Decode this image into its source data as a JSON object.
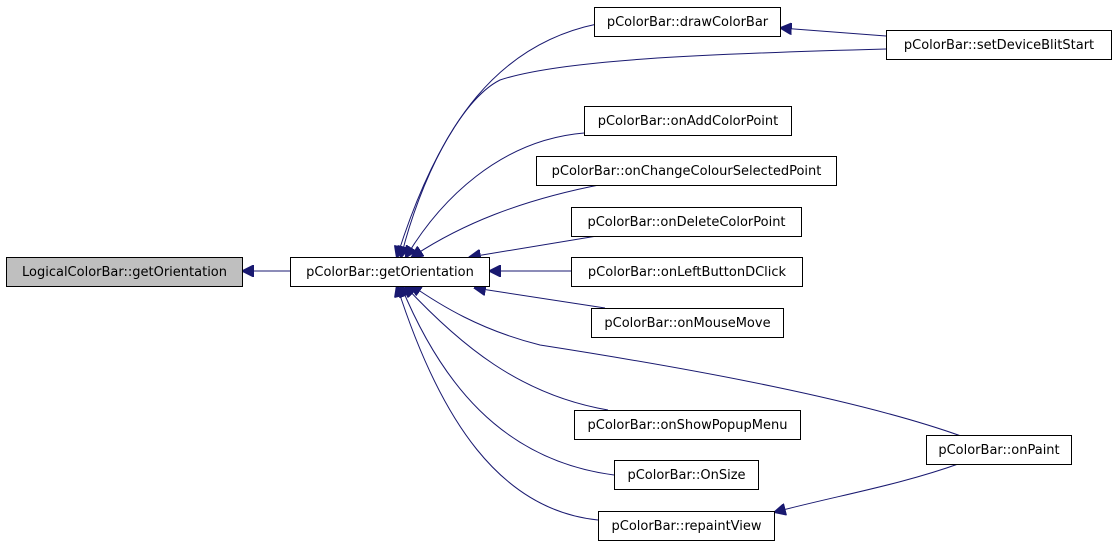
{
  "colors": {
    "edge": "#191970",
    "node_border": "#000000",
    "current_fill": "#bfbfbf",
    "node_fill": "#ffffff"
  },
  "nodes": {
    "logical_get_orientation": "LogicalColorBar::getOrientation",
    "get_orientation": "pColorBar::getOrientation",
    "draw_color_bar": "pColorBar::drawColorBar",
    "set_device_blit_start": "pColorBar::setDeviceBlitStart",
    "on_add_color_point": "pColorBar::onAddColorPoint",
    "on_change_colour_selected_point": "pColorBar::onChangeColourSelectedPoint",
    "on_delete_color_point": "pColorBar::onDeleteColorPoint",
    "on_left_button_dclick": "pColorBar::onLeftButtonDClick",
    "on_mouse_move": "pColorBar::onMouseMove",
    "on_show_popup_menu": "pColorBar::onShowPopupMenu",
    "on_size": "pColorBar::OnSize",
    "repaint_view": "pColorBar::repaintView",
    "on_paint": "pColorBar::onPaint"
  }
}
